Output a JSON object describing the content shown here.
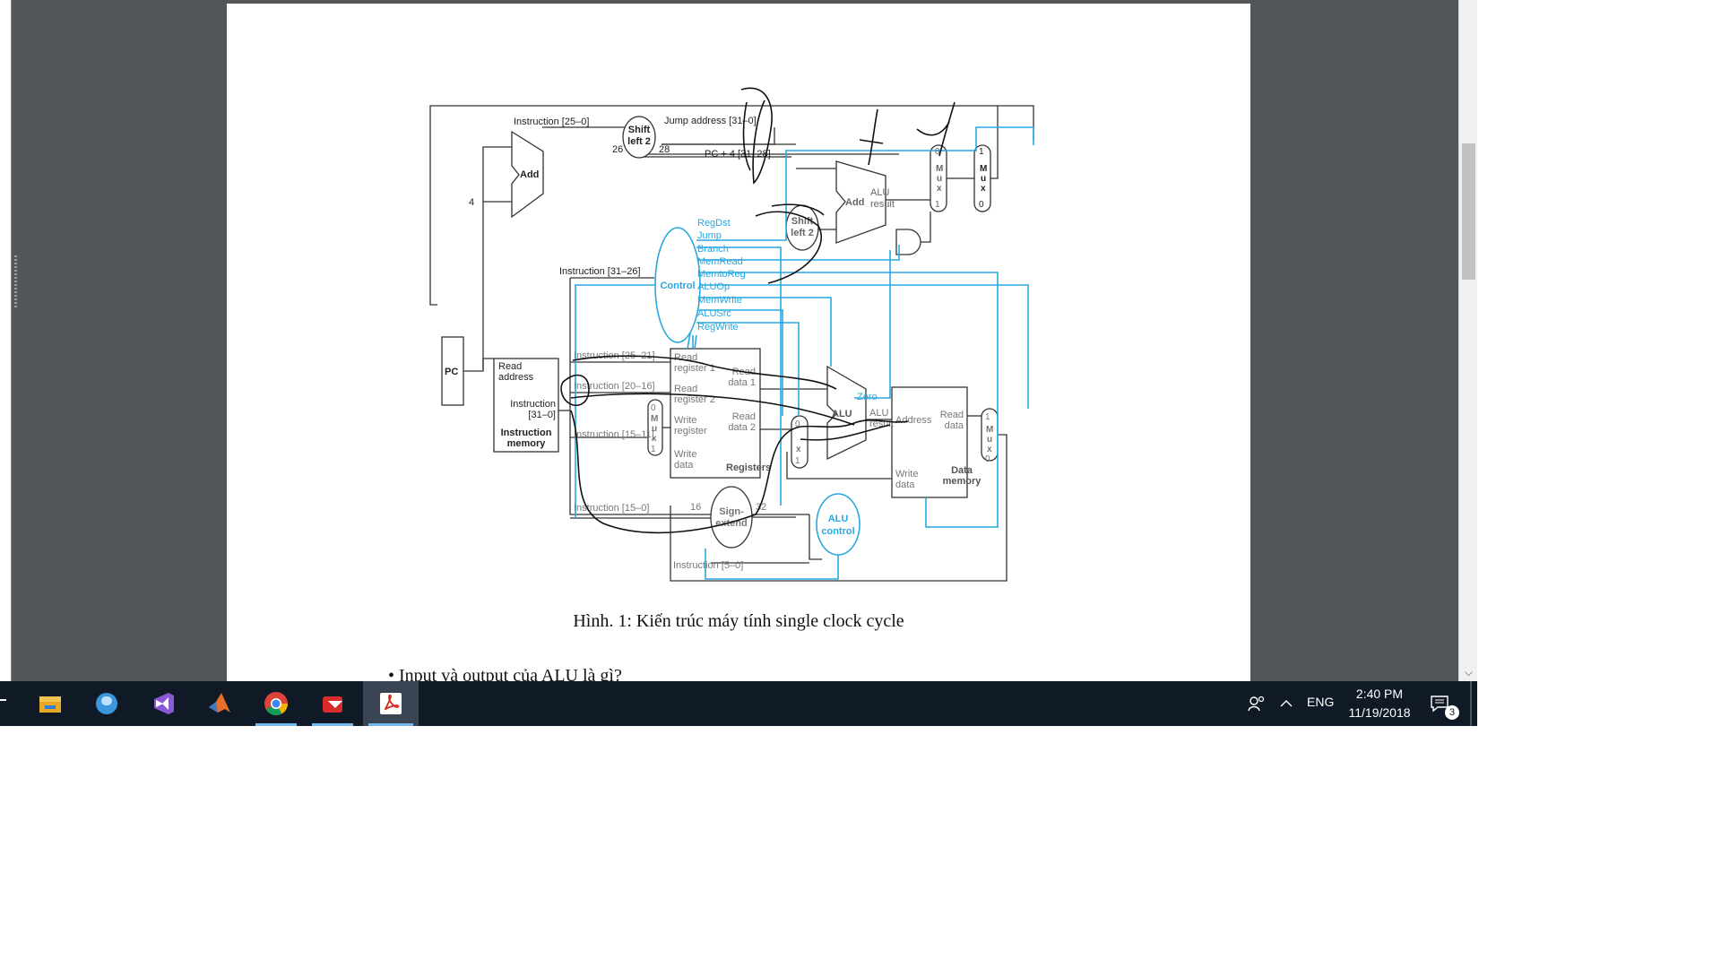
{
  "diagram": {
    "instr_25_0": "Instruction [25–0]",
    "shift_left2_top": [
      "Shift",
      "left 2"
    ],
    "jump_address": "Jump address [31–0]",
    "n26": "26",
    "n28": "28",
    "pc4": "PC + 4 [31–28]",
    "add": "Add",
    "four": "4",
    "alu_result_label": [
      "ALU",
      "result"
    ],
    "add2": "Add",
    "mux_letters": [
      "M",
      "u",
      "x"
    ],
    "mux_zero": "0",
    "mux_one": "1",
    "shift_left2_mid": [
      "Shift",
      "left 2"
    ],
    "control": "Control",
    "signals": [
      "RegDst",
      "Jump",
      "Branch",
      "MemRead",
      "MemtoReg",
      "ALUOp",
      "MemWrite",
      "ALUSrc",
      "RegWrite"
    ],
    "instr_31_26": "Instruction [31–26]",
    "pc": "PC",
    "read_address": [
      "Read",
      "address"
    ],
    "instruction_31_0": [
      "Instruction",
      "[31–0]"
    ],
    "instruction_memory": [
      "Instruction",
      "memory"
    ],
    "instr_25_21": "Instruction [25–21]",
    "instr_20_16": "Instruction [20–16]",
    "instr_15_11": "Instruction [15–11]",
    "instr_15_0": "Instruction [15–0]",
    "instr_5_0": "Instruction [5–0]",
    "read_register_1": [
      "Read",
      "register 1"
    ],
    "read_register_2": [
      "Read",
      "register 2"
    ],
    "write_register": [
      "Write",
      "register"
    ],
    "write_data": [
      "Write",
      "data"
    ],
    "read_data_1": [
      "Read",
      "data 1"
    ],
    "read_data_2": [
      "Read",
      "data 2"
    ],
    "registers": "Registers",
    "alu": "ALU",
    "zero": "Zero",
    "alu_result_main": [
      "ALU",
      "result"
    ],
    "address": "Address",
    "read_data": [
      "Read",
      "data"
    ],
    "dm_write_data": [
      "Write",
      "data"
    ],
    "data_memory": [
      "Data",
      "memory"
    ],
    "sign_extend": [
      "Sign-",
      "extend"
    ],
    "n16": "16",
    "n32": "32",
    "alu_control": [
      "ALU",
      "control"
    ]
  },
  "caption": "Hình. 1: Kiến trúc máy tính single clock cycle",
  "bullet_text": "Input và output của ALU là gì?",
  "taskbar": {
    "apps": [
      {
        "name": "file-explorer-icon",
        "running": false
      },
      {
        "name": "globe-icon",
        "running": false
      },
      {
        "name": "visual-studio-icon",
        "running": false
      },
      {
        "name": "matlab-icon",
        "running": false
      },
      {
        "name": "chrome-icon",
        "running": true
      },
      {
        "name": "media-app-icon",
        "running": true
      },
      {
        "name": "acrobat-reader-icon",
        "running": true,
        "active": true
      }
    ],
    "language": "ENG",
    "time": "2:40 PM",
    "date": "11/19/2018",
    "notification_count": "3"
  },
  "colors": {
    "viewer_bg": "#525659",
    "control_blue": "#29a8df",
    "taskbar_bg": "#101a26"
  }
}
